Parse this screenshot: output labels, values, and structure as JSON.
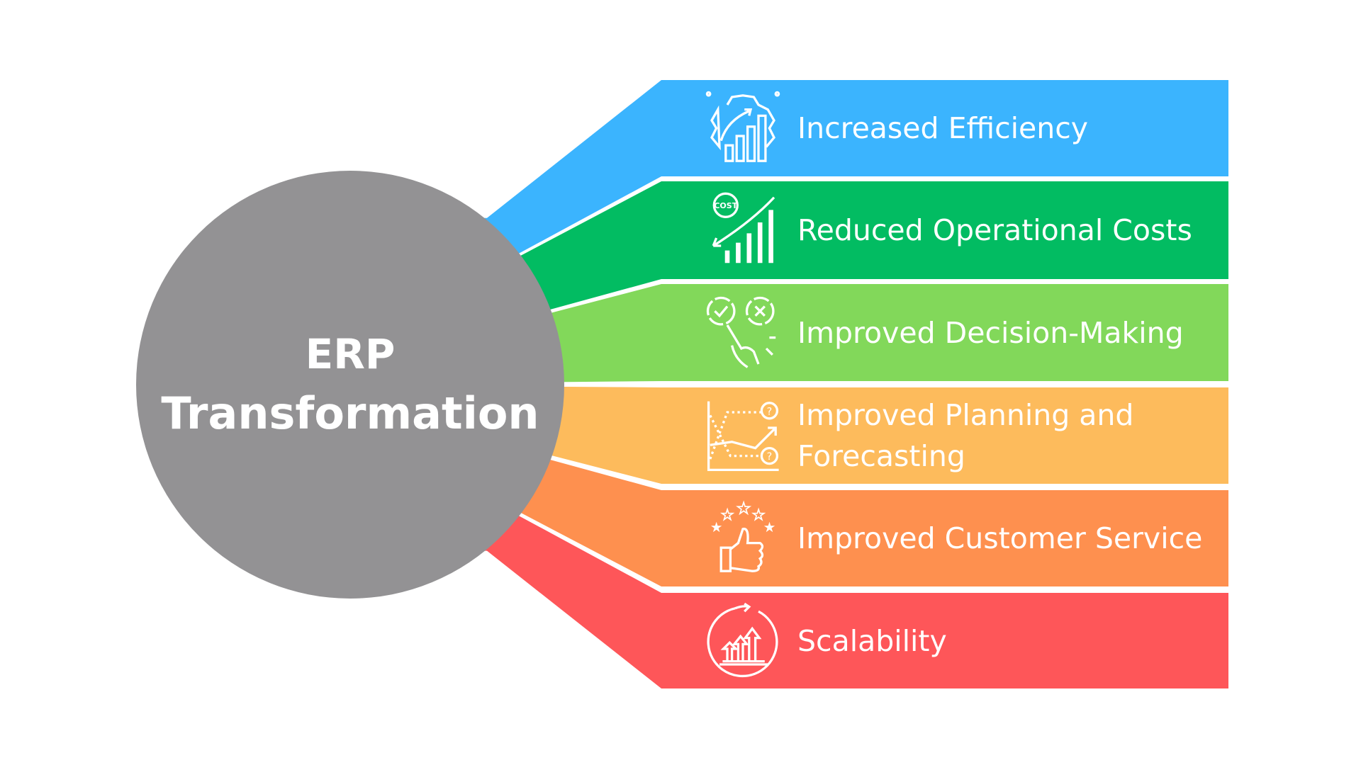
{
  "center": {
    "line1": "ERP",
    "line2": "Transformation",
    "color": "#939294"
  },
  "items": [
    {
      "label": "Increased Efficiency",
      "color": "#3BB4FE",
      "icon": "gear-chart-icon"
    },
    {
      "label": "Reduced Operational Costs",
      "color": "#02BC62",
      "icon": "cost-down-icon"
    },
    {
      "label": "Improved Decision-Making",
      "color": "#82D85A",
      "icon": "decision-icon"
    },
    {
      "label": "Improved Planning and Forecasting",
      "color": "#FDBB5C",
      "icon": "forecast-chart-icon"
    },
    {
      "label": "Improved Customer Service",
      "color": "#FE904F",
      "icon": "thumbs-up-stars-icon"
    },
    {
      "label": "Scalability",
      "color": "#FE5659",
      "icon": "scalability-arrows-icon"
    }
  ]
}
